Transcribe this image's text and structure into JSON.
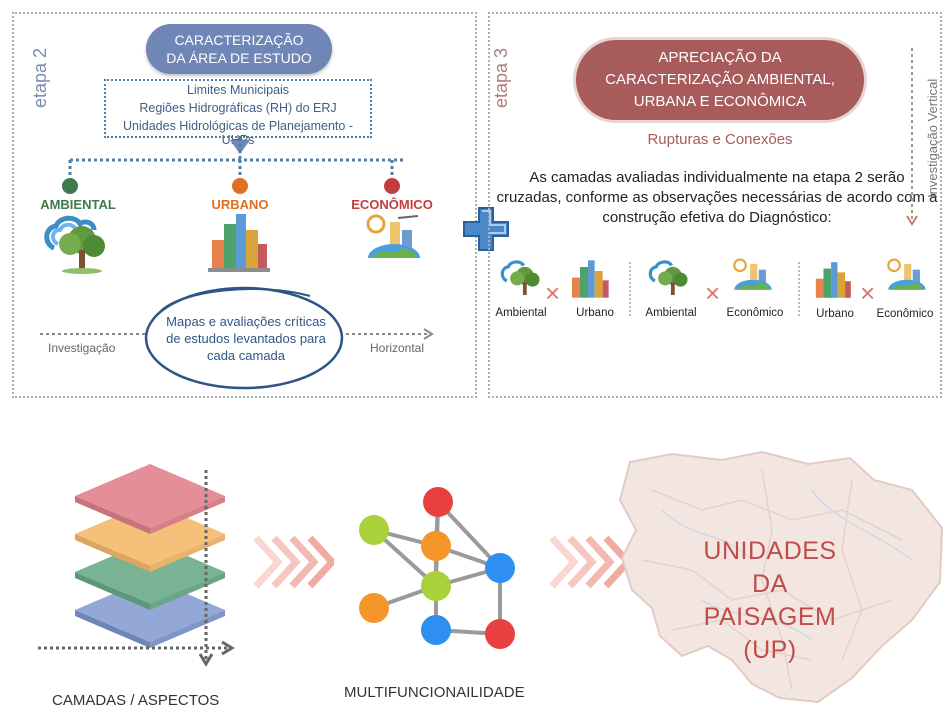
{
  "stage2": {
    "label": "etapa 2",
    "study_area_title": "CARACTERIZAÇÃO DA ÁREA DE ESTUDO",
    "sources": [
      "Limites Municipais",
      "Regiões Hidrográficas (RH) do ERJ",
      "Unidades Hidrológicas de Planejamento - UHPs"
    ],
    "categories": [
      {
        "label": "AMBIENTAL",
        "color": "#3f7a4c"
      },
      {
        "label": "URBANO",
        "color": "#e0701f"
      },
      {
        "label": "ECONÔMICO",
        "color": "#c13e3e"
      }
    ],
    "maps_text": "Mapas e avaliações críticas de estudos levantados para cada camada",
    "axis_left": "Investigação",
    "axis_right": "Horizontal"
  },
  "stage3": {
    "label": "etapa 3",
    "title": "APRECIAÇÃO DA CARACTERIZAÇÃO AMBIENTAL, URBANA E ECONÔMICA",
    "subtitle": "Rupturas e Conexões",
    "description": "As camadas avaliadas individualmente na etapa 2 serão cruzadas, conforme as observações necessárias de acordo com a construção efetiva do Diagnóstico:",
    "vertical_axis": "Investigação Vertical",
    "pairs": [
      {
        "a": "Ambiental",
        "b": "Urbano"
      },
      {
        "a": "Ambiental",
        "b": "Econômico"
      },
      {
        "a": "Urbano",
        "b": "Econômico"
      }
    ],
    "cross_symbol": "×"
  },
  "bottom": {
    "layers_label": "CAMADAS / ASPECTOS",
    "layer_colors": [
      "#e3909a",
      "#f4c27f",
      "#7fb89a",
      "#93a9d8"
    ],
    "network_label": "MULTIFUNCIONAILIDADE",
    "network_colors": {
      "red": "#e84040",
      "orange": "#f4962a",
      "green": "#a9d13a",
      "blue": "#2e8ff0"
    },
    "result_title": "UNIDADES DA PAISAGEM (UP)",
    "result_color": "#c24b4b"
  }
}
